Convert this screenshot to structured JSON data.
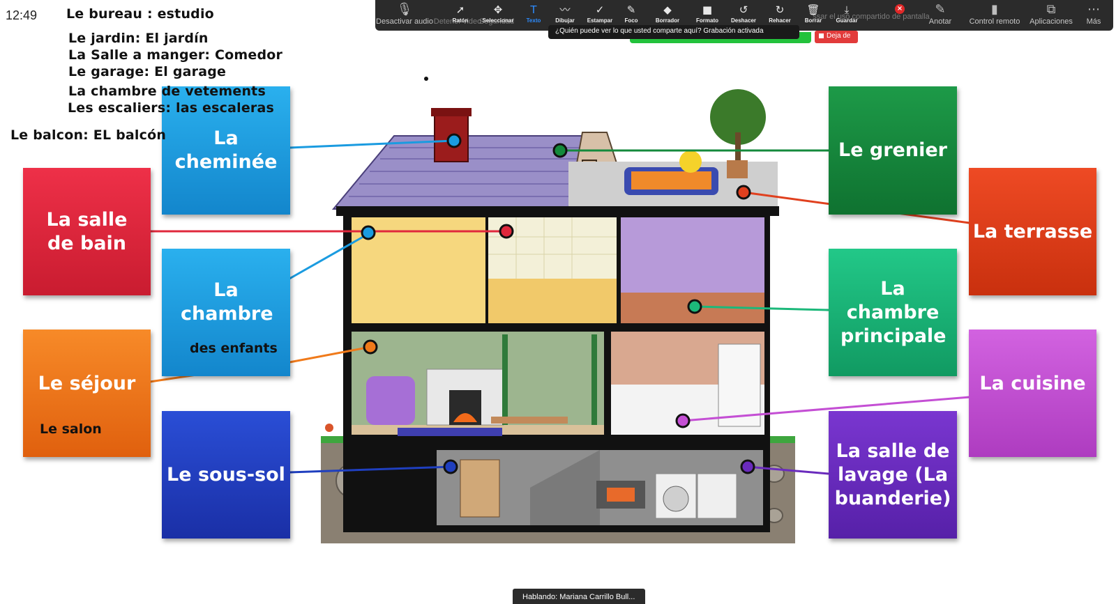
{
  "clock": "12:49",
  "notes": {
    "bureau": "Le bureau : estudio",
    "jardin": "Le jardin: El jardín",
    "salle_manger": "La Salle a manger: Comedor",
    "garage": "Le garage: El garage",
    "chambre_vetements": "La chambre de vetements",
    "escaliers": "Les escaliers: las escaleras",
    "balcon": "Le balcon: EL balcón"
  },
  "toolbar": {
    "mute": "Desactivar audio",
    "stop_video": "Detener video",
    "security": "Seguridad",
    "mouse": "Ratón",
    "select": "Seleccionar",
    "text": "Texto",
    "draw": "Dibujar",
    "stamp": "Estampar",
    "spotlight": "Foco",
    "eraser": "Borrador",
    "format": "Formato",
    "undo": "Deshacer",
    "redo": "Rehacer",
    "clear": "Borrar",
    "save": "Guardar",
    "share_request": "ssar el uso compartido de pantalla",
    "annotate": "Anotar",
    "remote_control": "Control remoto",
    "apps": "Aplicaciones",
    "more": "Más",
    "tooltip": "¿Quién puede ver lo que usted comparte aquí? Grabación activada",
    "stop_share": "Deja de"
  },
  "cards": {
    "cheminee": "La cheminée",
    "salle_de_bain": "La salle de bain",
    "chambre_enfants": "La chambre",
    "chambre_enfants_sub": "des enfants",
    "sejour": "Le séjour",
    "sejour_sub": "Le salon",
    "sous_sol": "Le sous-sol",
    "grenier": "Le grenier",
    "terrasse": "La terrasse",
    "chambre_principale": "La chambre principale",
    "cuisine": "La cuisine",
    "salle_lavage": "La salle de lavage (La buanderie)"
  },
  "colors": {
    "cheminee": "#1a9be0",
    "salle_de_bain": "#e0283c",
    "sejour": "#f07a1a",
    "sous_sol": "#1f3fbf",
    "grenier": "#148a3c",
    "terrasse": "#e0401e",
    "chambre_principale": "#1cb87a",
    "cuisine": "#c44fd4",
    "salle_lavage": "#6a2bbd"
  },
  "speaking": "Hablando: Mariana Carrillo Bull..."
}
